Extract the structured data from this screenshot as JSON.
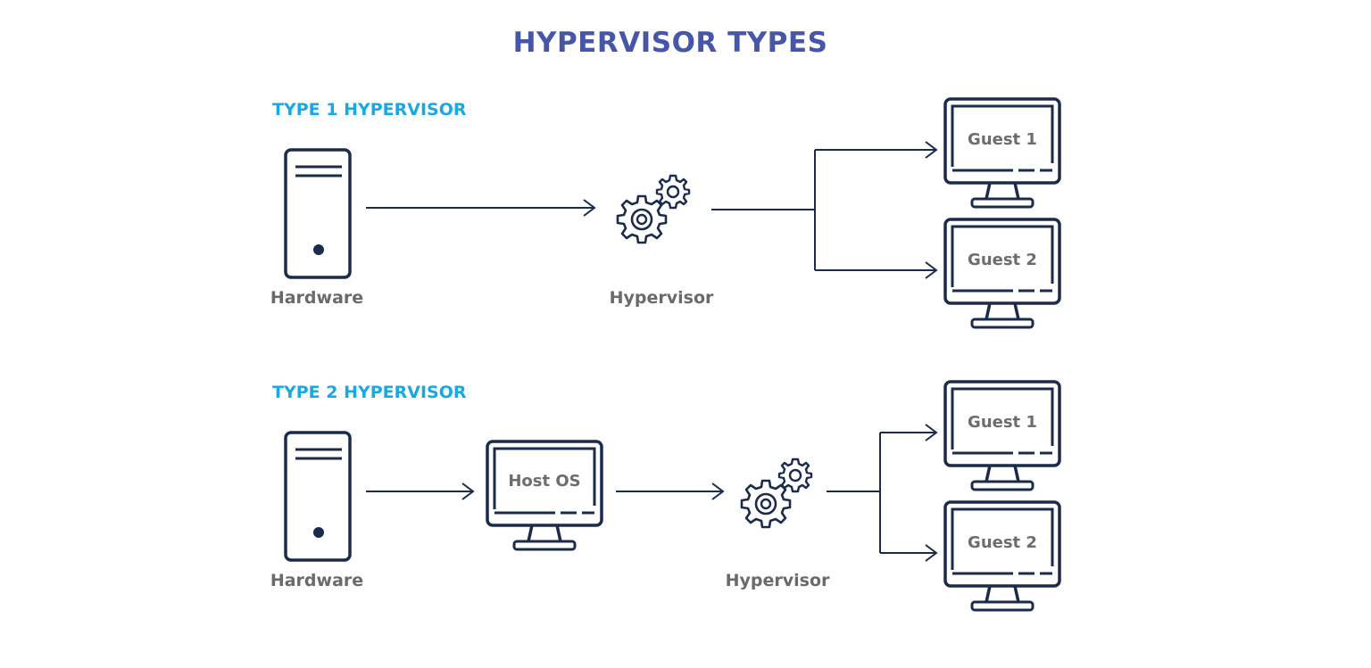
{
  "title": "HYPERVISOR TYPES",
  "colors": {
    "title": "#4756a6",
    "section": "#16a9e4",
    "label": "#6a6a6a",
    "stroke": "#1b2b4b"
  },
  "type1": {
    "heading": "TYPE 1 HYPERVISOR",
    "hardware_label": "Hardware",
    "hypervisor_label": "Hypervisor",
    "guests": [
      "Guest 1",
      "Guest 2"
    ]
  },
  "type2": {
    "heading": "TYPE 2 HYPERVISOR",
    "hardware_label": "Hardware",
    "host_label": "Host OS",
    "hypervisor_label": "Hypervisor",
    "guests": [
      "Guest 1",
      "Guest 2"
    ]
  },
  "icons": [
    "server-tower-icon",
    "gears-icon",
    "monitor-icon",
    "arrow-right-icon"
  ]
}
